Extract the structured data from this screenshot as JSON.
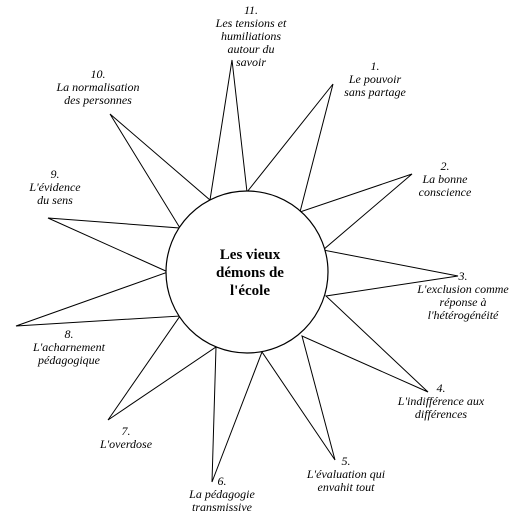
{
  "center": {
    "lines": [
      "Les vieux",
      "démons de",
      "l'école"
    ]
  },
  "rays": [
    {
      "id": "1",
      "lines": [
        "1.",
        "Le pouvoir",
        "sans partage"
      ]
    },
    {
      "id": "2",
      "lines": [
        "2.",
        "La bonne",
        "conscience"
      ]
    },
    {
      "id": "3",
      "lines": [
        "3.",
        "L'exclusion comme",
        "réponse à",
        "l'hétérogénéité"
      ]
    },
    {
      "id": "4",
      "lines": [
        "4.",
        "L'indifférence aux",
        "différences"
      ]
    },
    {
      "id": "5",
      "lines": [
        "5.",
        "L'évaluation qui",
        "envahit tout"
      ]
    },
    {
      "id": "6",
      "lines": [
        "6.",
        "La pédagogie",
        "transmissive"
      ]
    },
    {
      "id": "7",
      "lines": [
        "7.",
        "L'overdose"
      ]
    },
    {
      "id": "8",
      "lines": [
        "8.",
        "L'acharnement",
        "pédagogique"
      ]
    },
    {
      "id": "9",
      "lines": [
        "9.",
        "L'évidence",
        "du sens"
      ]
    },
    {
      "id": "10",
      "lines": [
        "10.",
        "La normalisation",
        "des personnes"
      ]
    },
    {
      "id": "11",
      "lines": [
        "11.",
        "Les tensions et",
        "humiliations",
        "autour du",
        "savoir"
      ]
    }
  ]
}
